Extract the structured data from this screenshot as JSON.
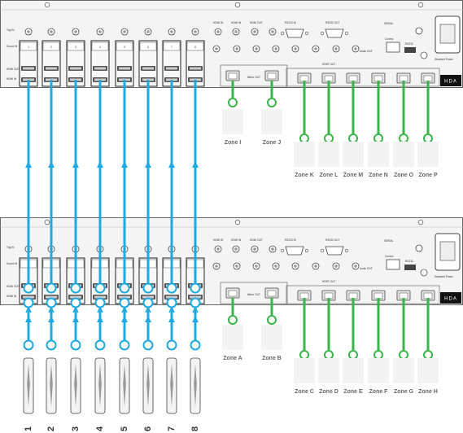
{
  "brand": "HDA",
  "colors": {
    "hdmi": "#1fa9e1",
    "hdbaset": "#39b54a",
    "panel": "#f4f4f4"
  },
  "top_unit": {
    "input_nums": [
      "1",
      "2",
      "3",
      "4",
      "5",
      "6",
      "7",
      "8"
    ],
    "zones_mirror": [
      "Zone I",
      "Zone J"
    ],
    "zones_hdbt": [
      "Zone K",
      "Zone L",
      "Zone M",
      "Zone N",
      "Zone O",
      "Zone P"
    ]
  },
  "bottom_unit": {
    "input_nums": [
      "1",
      "2",
      "3",
      "4",
      "5",
      "6",
      "7",
      "8"
    ],
    "zones_mirror": [
      "Zone A",
      "Zone B"
    ],
    "zones_hdbt": [
      "Zone C",
      "Zone D",
      "Zone E",
      "Zone F",
      "Zone G",
      "Zone H"
    ]
  },
  "source_labels": [
    "1",
    "2",
    "3",
    "4",
    "5",
    "6",
    "7",
    "8"
  ],
  "panel_text": {
    "trig_in": "Trig IN",
    "sound_in": "Sound IN",
    "hdmi_out": "HDMI OUT",
    "hdmi_in": "HDMI IN",
    "rs232_in": "RS232 IN",
    "rs232_out": "RS232 OUT",
    "audio_out": "Audio OUT",
    "hdbt_out": "HDBT OUT",
    "mirror_out": "Mirror OUT",
    "control": "Control",
    "rs232": "RS232",
    "serial": "SERIAL",
    "power_label": "Standard Power"
  }
}
